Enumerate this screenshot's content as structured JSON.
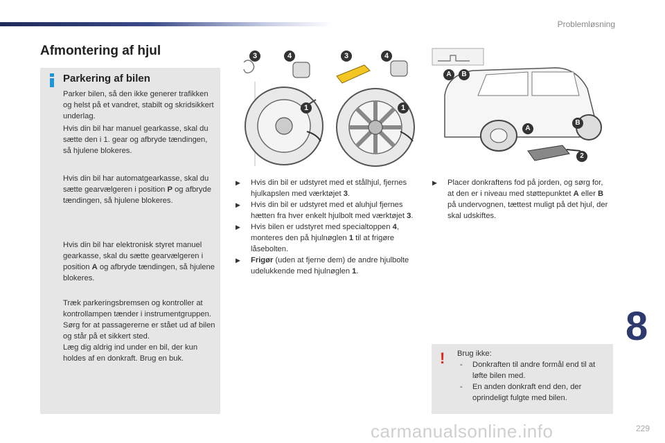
{
  "header": {
    "section_label": "Problemløsning"
  },
  "page": {
    "title": "Afmontering af hjul",
    "chapter_number": "8",
    "page_number": "229",
    "watermark": "carmanualsonline.info"
  },
  "info_box": {
    "icon": "info-icon",
    "heading": "Parkering af bilen",
    "p1": "Parker bilen, så den ikke generer trafikken og helst på et vandret, stabilt og skridsikkert underlag.",
    "p2": "Hvis din bil har manuel gearkasse, skal du sætte den i 1. gear og afbryde tændingen, så hjulene blokeres.",
    "p3_before": "Hvis din bil har automatgearkasse, skal du sætte gearvælgeren i position ",
    "p3_bold": "P",
    "p3_after": " og afbryde tændingen, så hjulene blokeres.",
    "p4_before": "Hvis din bil har elektronisk styret manuel gearkasse, skal du sætte gearvælgeren i position ",
    "p4_bold": "A",
    "p4_after": " og afbryde tændingen, så hjulene blokeres.",
    "p5_l1": "Træk parkeringsbremsen og kontroller at kontrollampen tænder i instrumentgruppen.",
    "p5_l2": "Sørg for at passagererne er stået ud af bilen og står på et sikkert sted.",
    "p5_l3": "Læg dig aldrig ind under en bil, der kun holdes af en donkraft. Brug en buk."
  },
  "figures": {
    "wheel_left_callouts": [
      "3",
      "4",
      "1"
    ],
    "wheel_right_callouts": [
      "3",
      "4",
      "1"
    ],
    "van_callouts": [
      "A",
      "B",
      "A",
      "B",
      "2"
    ]
  },
  "middle_bullets": [
    {
      "before": "Hvis din bil er udstyret med et stålhjul, fjernes hjulkapslen med værktøjet ",
      "bold": "3",
      "after": "."
    },
    {
      "before": "Hvis din bil er udstyret med et aluhjul fjernes hætten fra hver enkelt hjulbolt med værktøjet ",
      "bold": "3",
      "after": "."
    },
    {
      "before": "Hvis bilen er udstyret med specialtoppen ",
      "bold": "4",
      "after": ", monteres den på hjulnøglen ",
      "bold2": "1",
      "after2": " til at frigøre låsebolten."
    },
    {
      "lead_bold": "Frigør",
      "before": " (uden at fjerne dem) de andre hjulbolte udelukkende med hjulnøglen ",
      "bold": "1",
      "after": "."
    }
  ],
  "right_bullet": {
    "before": "Placer donkraftens fod på jorden, og sørg for, at den er i niveau med støttepunktet ",
    "bold": "A",
    "mid": " eller ",
    "bold2": "B",
    "after": " på undervognen, tættest muligt på det hjul, der skal udskiftes."
  },
  "warning_box": {
    "icon": "warning-exclamation-icon",
    "title": "Brug ikke:",
    "items": [
      "Donkraften til andre formål end til at løfte bilen med.",
      "En anden donkraft end den, der oprindeligt fulgte med bilen."
    ]
  },
  "colors": {
    "accent_blue": "#1f97d6",
    "navy": "#2e3a6e",
    "warning_red": "#e2231a",
    "box_gray": "#e6e6e6"
  }
}
